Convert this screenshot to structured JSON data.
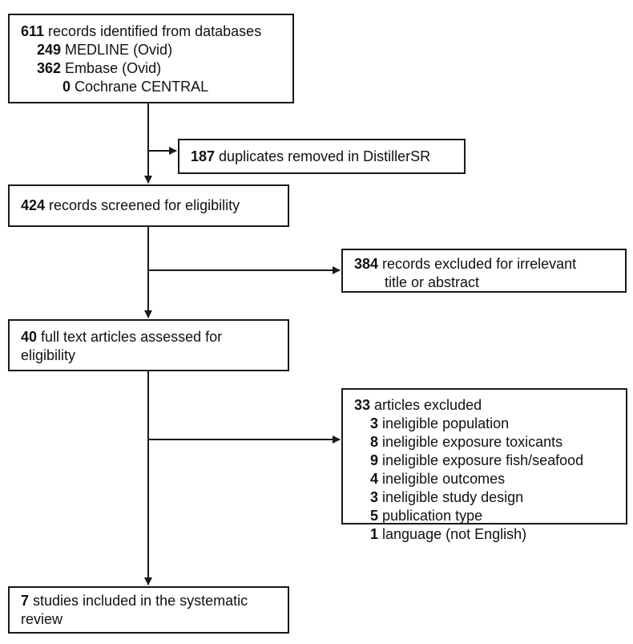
{
  "identified": {
    "count": "611",
    "label": " records identified from databases",
    "sources": [
      {
        "count": "249",
        "label": " MEDLINE (Ovid)"
      },
      {
        "count": "362",
        "label": " Embase (Ovid)"
      },
      {
        "count": "0",
        "label": " Cochrane CENTRAL"
      }
    ]
  },
  "duplicates": {
    "count": "187",
    "label": " duplicates removed in DistillerSR"
  },
  "screened": {
    "count": "424",
    "label": " records screened for eligibility"
  },
  "excluded_title": {
    "count": "384",
    "label": " records excluded for irrelevant",
    "label_line2": "title or abstract"
  },
  "fulltext": {
    "count": "40",
    "label": " full text articles assessed for eligibility"
  },
  "excluded_articles": {
    "count": "33",
    "label": " articles excluded",
    "reasons": [
      {
        "count": "3",
        "label": " ineligible population"
      },
      {
        "count": "8",
        "label": " ineligible exposure toxicants"
      },
      {
        "count": "9",
        "label": " ineligible exposure fish/seafood"
      },
      {
        "count": "4",
        "label": " ineligible outcomes"
      },
      {
        "count": "3",
        "label": " ineligible study design"
      },
      {
        "count": "5",
        "label": " publication type"
      },
      {
        "count": "1",
        "label": " language (not English)"
      }
    ]
  },
  "included": {
    "count": "7",
    "label": " studies included in the systematic review"
  },
  "colors": {
    "stroke": "#1a1a1a",
    "text": "#111111",
    "background": "#ffffff"
  }
}
